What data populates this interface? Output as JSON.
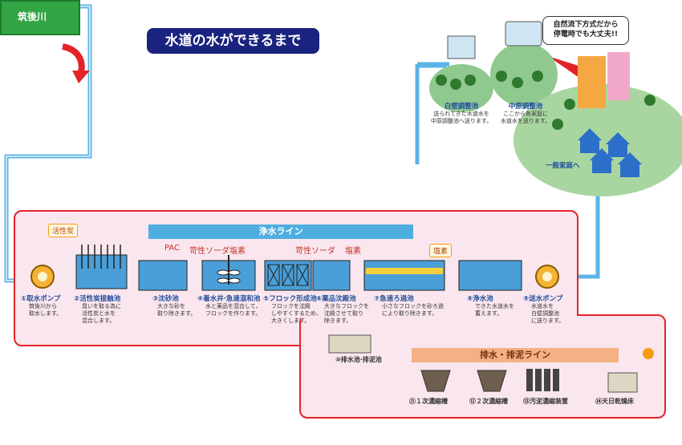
{
  "river": "筑後川",
  "title": "水道の水ができるまで",
  "lines": {
    "purification": "浄水ライン",
    "drainage": "排水・排泥ライン"
  },
  "chemicals": {
    "activated_carbon": "活性炭",
    "pac": "PAC",
    "caustic_soda_1": "苛性ソーダ",
    "chlorine_1": "塩素",
    "caustic_soda_2": "苛性ソーダ",
    "chlorine_2": "塩素",
    "chlorine_3": "塩素"
  },
  "steps": [
    {
      "label": "①取水ポンプ",
      "desc": "筑後川から\n取水します。"
    },
    {
      "label": "②活性炭接触池",
      "desc": "臭いを取る為に\n活性炭と水を\n混合します。"
    },
    {
      "label": "③沈砂池",
      "desc": "大きな砂を\n取り除きます。"
    },
    {
      "label": "④着水井·急速混和池",
      "desc": "水と薬品を混合して、\nフロックを作ります。"
    },
    {
      "label": "⑤フロック形成池",
      "desc": "フロックを沈殿\nしやすくするため、\n大きくします。"
    },
    {
      "label": "⑥薬品沈殿池",
      "desc": "大きなフロックを\n沈殿させて取り\n除きます。"
    },
    {
      "label": "⑦急速ろ過池",
      "desc": "小さなフロックを砂ろ過\nにより取り除きます。"
    },
    {
      "label": "⑧浄水池",
      "desc": "できた水道水を\n蓄えます。"
    },
    {
      "label": "⑨送水ポンプ",
      "desc": "水道水を\n白壁調整池\nに送ります。"
    }
  ],
  "drain_steps": [
    {
      "label": "⑩排水池·排泥池"
    },
    {
      "label": "⑪１次濃縮槽"
    },
    {
      "label": "⑫２次濃縮槽"
    },
    {
      "label": "⑬汚泥濃縮装置"
    },
    {
      "label": "⑭天日乾燥床"
    }
  ],
  "reservoirs": [
    {
      "label": "白壁調整池",
      "desc": "送られてきた水道水を\n中原調整池へ送ります。"
    },
    {
      "label": "中原調整池",
      "desc": "ここから各家庭に\n水道水を送ります。"
    }
  ],
  "homes": "一般家庭へ",
  "bubble": "自然流下方式だから\n停電時でも大丈夫!!",
  "colors": {
    "pipe": "#5ab4e5",
    "water": "#4a9fd8",
    "frame": "#e2242a",
    "panel": "#fae6ee",
    "title_bg": "#1a237e",
    "river_tag": "#33a544"
  }
}
